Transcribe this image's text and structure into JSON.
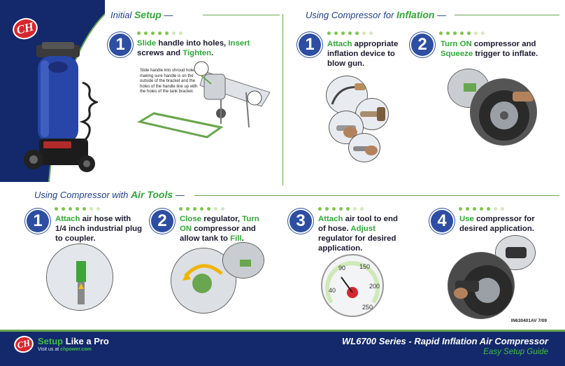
{
  "brand": {
    "logo_text": "CH",
    "tagline_highlight": "Setup",
    "tagline_rest": " Like a Pro",
    "visit_prefix": "Visit us at ",
    "visit_url": "chpower.com"
  },
  "product": {
    "title": "WL6700 Series - Rapid Inflation Air Compressor",
    "subtitle": "Easy Setup Guide",
    "doc_code": "IN630401AV  7/09"
  },
  "setup": {
    "title_prefix": "Initial ",
    "title_highlight": "Setup",
    "title_suffix": " —",
    "step1": {
      "number": "1",
      "w1": "Slide",
      "t1": " handle into holes, ",
      "w2": "Insert",
      "t2": " screws and ",
      "w3": "Tighten",
      "t3": "."
    },
    "note": "Slide handle into shroud holes, making sure handle is on the outside of the bracket and the holes of the handle line up with the holes of the tank bracket."
  },
  "inflation": {
    "title_prefix": "Using Compressor for ",
    "title_highlight": "Inflation",
    "title_suffix": " —",
    "step1": {
      "number": "1",
      "w1": "Attach",
      "t1": " appropriate inflation device to blow gun."
    },
    "step2": {
      "number": "2",
      "w1": "Turn ON",
      "t1": " compressor and ",
      "w2": "Squeeze",
      "t2": " trigger to inflate."
    }
  },
  "air_tools": {
    "title_prefix": "Using Compressor with ",
    "title_highlight": "Air Tools",
    "title_suffix": " —",
    "step1": {
      "number": "1",
      "w1": "Attach",
      "t1": " air hose with 1/4 inch industrial plug to coupler."
    },
    "step2": {
      "number": "2",
      "w1": "Close",
      "t1": " regulator, ",
      "w2": "Turn ON",
      "t2": " compressor and allow tank to ",
      "w3": "Fill",
      "t3": "."
    },
    "step3": {
      "number": "3",
      "w1": "Attach",
      "t1": " air tool to end of hose. ",
      "w2": "Adjust",
      "t2": " regulator for desired application."
    },
    "step4": {
      "number": "4",
      "w1": "Use",
      "t1": " compressor for desired application."
    },
    "gauge_ticks": [
      "40",
      "90",
      "150",
      "200",
      "250"
    ]
  },
  "colors": {
    "navy": "#13296b",
    "accent_blue": "#2d4ea2",
    "green": "#2fa836",
    "brand_red": "#d7262e"
  }
}
